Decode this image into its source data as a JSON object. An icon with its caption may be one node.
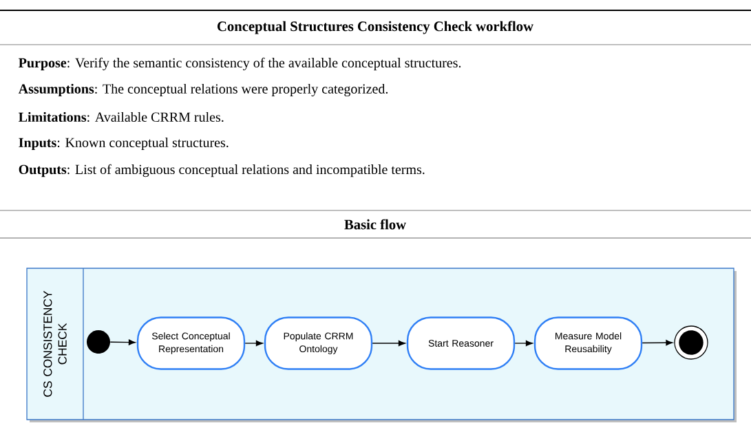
{
  "diagram": {
    "title": "Conceptual Structures Consistency Check workflow",
    "nodes": [
      {
        "text": [
          "CS CONSISTENCY CHECK"
        ]
      },
      {
        "text": [],
        "shape": "circle",
        "in": 0
      },
      {
        "text": [
          "Select Conceptual Representation"
        ],
        "in": 0
      },
      {
        "text": [
          "Populate CRRM Ontology"
        ],
        "in": 0
      },
      {
        "text": [
          "Start Reasoner"
        ],
        "in": 0
      },
      {
        "text": [
          "Measure Model Reusability"
        ],
        "in": 0
      },
      {
        "text": [],
        "shape": "circle",
        "in": 0
      }
    ],
    "edges": [
      {
        "from": 1,
        "to": 2,
        "arrow": "to"
      },
      {
        "from": 2,
        "to": 3,
        "arrow": "to"
      },
      {
        "from": 3,
        "to": 4,
        "arrow": "to"
      },
      {
        "from": 4,
        "to": 5,
        "arrow": "to"
      },
      {
        "from": 5,
        "to": 6,
        "arrow": "to"
      }
    ],
    "labels": [
      "**Purpose**: Verify the semantic consistency of the available conceptual structures.",
      "**Assumptions**: The conceptual relations were properly categorized.",
      "**Limitations**: Available CRRM rules.",
      "**Inputs**: Known conceptual structures.",
      "**Outputs**: List of ambiguous conceptual relations and incompatible terms.",
      "Basic flow"
    ]
  }
}
